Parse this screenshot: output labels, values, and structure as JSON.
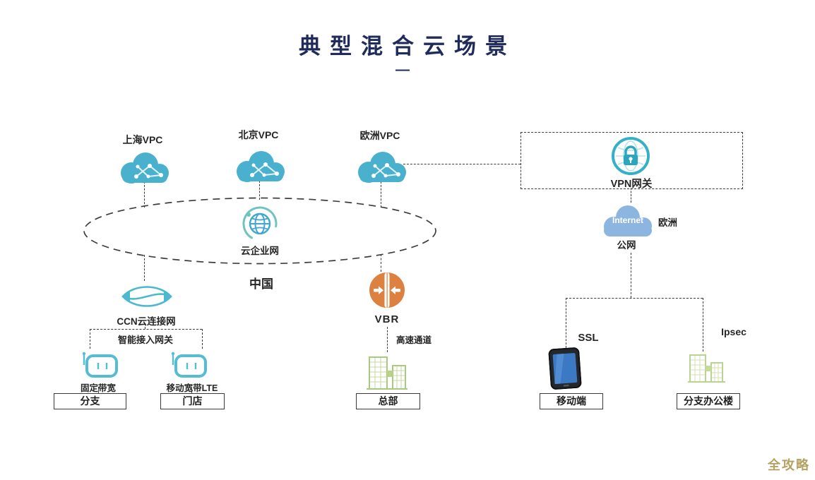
{
  "title": {
    "text": "典型混合云场景",
    "dash": "—"
  },
  "clouds": {
    "shanghai": "上海VPC",
    "beijing": "北京VPC",
    "europe": "欧洲VPC"
  },
  "cen": {
    "label": "云企业网",
    "region": "中国"
  },
  "ccn": {
    "label": "CCN云连接网",
    "gateway": "智能接入网关",
    "fixed": "固定带宽",
    "lte": "移动宽带LTE",
    "branch": "分支",
    "store": "门店"
  },
  "vbr": {
    "label": "VBR",
    "channel": "高速通道",
    "hq": "总部"
  },
  "vpn": {
    "label": "VPN网关"
  },
  "internet": {
    "label": "Internet",
    "region": "欧洲",
    "net": "公网",
    "ssl": "SSL",
    "ipsec": "Ipsec",
    "mobile": "移动端",
    "office": "分支办公楼"
  },
  "watermark": "全攻略",
  "icons": {
    "vpc_cloud": "cloud-network",
    "cen": "globe-orbit",
    "ccn": "lens-link",
    "sag_router": "router",
    "vbr": "border-router",
    "vpn": "globe-lock",
    "internet": "cloud",
    "hq": "office-buildings",
    "mobile": "smartphone",
    "office": "office-buildings"
  },
  "colors": {
    "teal": "#49b0cd",
    "orange": "#dd8140",
    "green": "#a9c97d",
    "internet_blue": "#8cb6df",
    "title_navy": "#1f2b5b",
    "line": "#3b3b3b",
    "watermark_gold": "#b4a263"
  }
}
